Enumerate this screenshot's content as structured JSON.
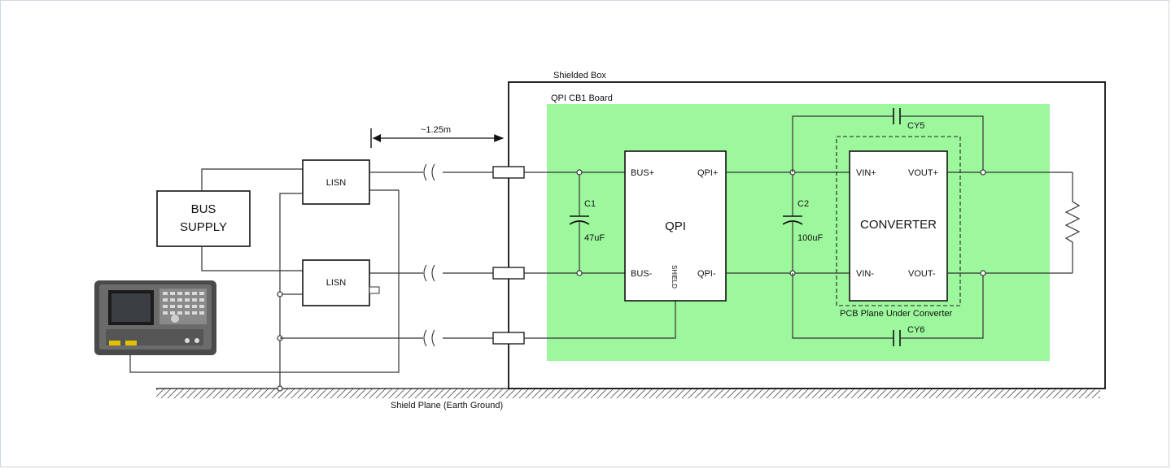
{
  "labels": {
    "shielded_box": "Shielded Box",
    "board": "QPI CB1 Board",
    "distance": "~1.25m",
    "bus_supply_line1": "BUS",
    "bus_supply_line2": "SUPPLY",
    "lisn_top": "LISN",
    "lisn_bottom": "LISN",
    "c1": "C1",
    "c1_value": "47uF",
    "qpi": "QPI",
    "bus_plus": "BUS+",
    "bus_minus": "BUS-",
    "qpi_plus": "QPI+",
    "qpi_minus": "QPI-",
    "shield": "SHIELD",
    "c2": "C2",
    "c2_value": "100uF",
    "converter": "CONVERTER",
    "vin_plus": "VIN+",
    "vin_minus": "VIN-",
    "vout_plus": "VOUT+",
    "vout_minus": "VOUT-",
    "cy5": "CY5",
    "cy6": "CY6",
    "pcb_plane": "PCB Plane Under Converter",
    "ground": "Shield Plane (Earth Ground)"
  },
  "colors": {
    "board": "#9df79d",
    "analyzer_body": "#4a4a4a",
    "analyzer_screen": "#1b1b1b",
    "analyzer_accent": "#e2c200"
  },
  "icons": {
    "analyzer": "spectrum-analyzer-icon",
    "load": "resistor-icon"
  }
}
